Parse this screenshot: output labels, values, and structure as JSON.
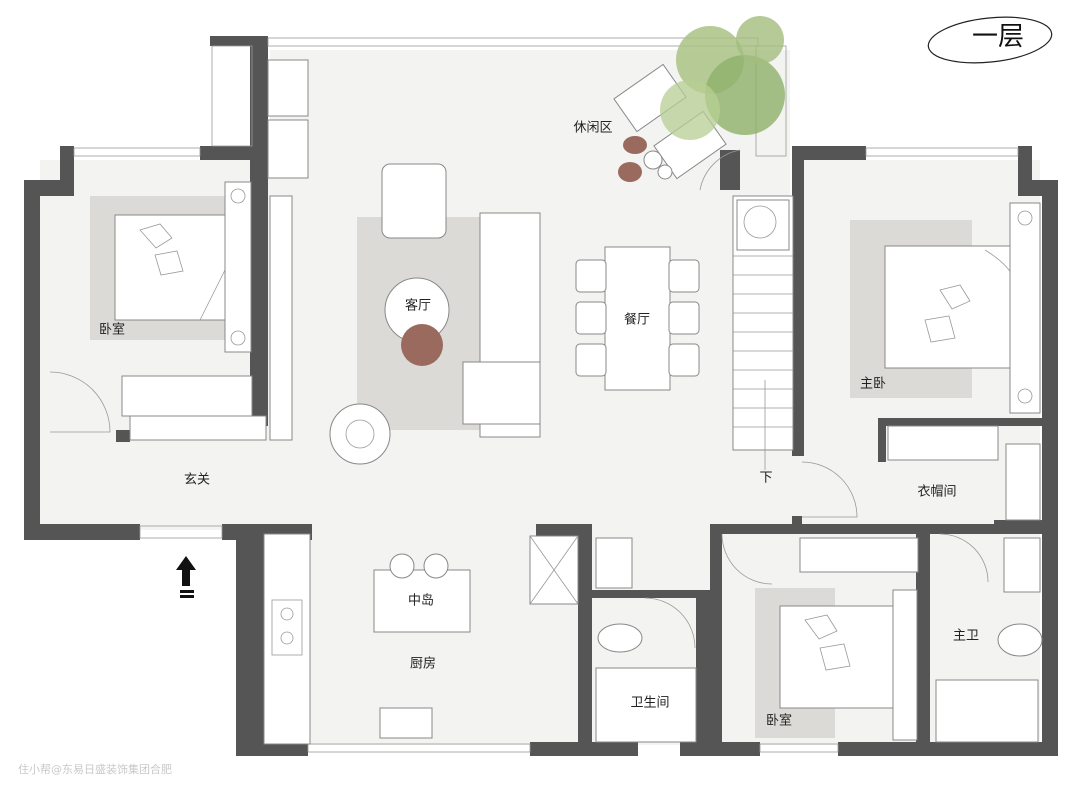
{
  "floor_title": "一层",
  "rooms": {
    "leisure": "休闲区",
    "bedroom_left": "卧室",
    "living": "客厅",
    "dining": "餐厅",
    "master_bedroom": "主卧",
    "entrance": "玄关",
    "walkin_closet": "衣帽间",
    "island": "中岛",
    "kitchen": "厨房",
    "bathroom": "卫生间",
    "bedroom_bottom": "卧室",
    "master_bath": "主卫"
  },
  "stair_label": "下",
  "watermark": "住小帮@东易日盛装饰集团合肥",
  "colors": {
    "wall": "#555555",
    "floor": "#f3f3f1",
    "rug": "#dcdad6",
    "accent_brown": "#9a6a5e",
    "plant": "#8fb06a"
  }
}
